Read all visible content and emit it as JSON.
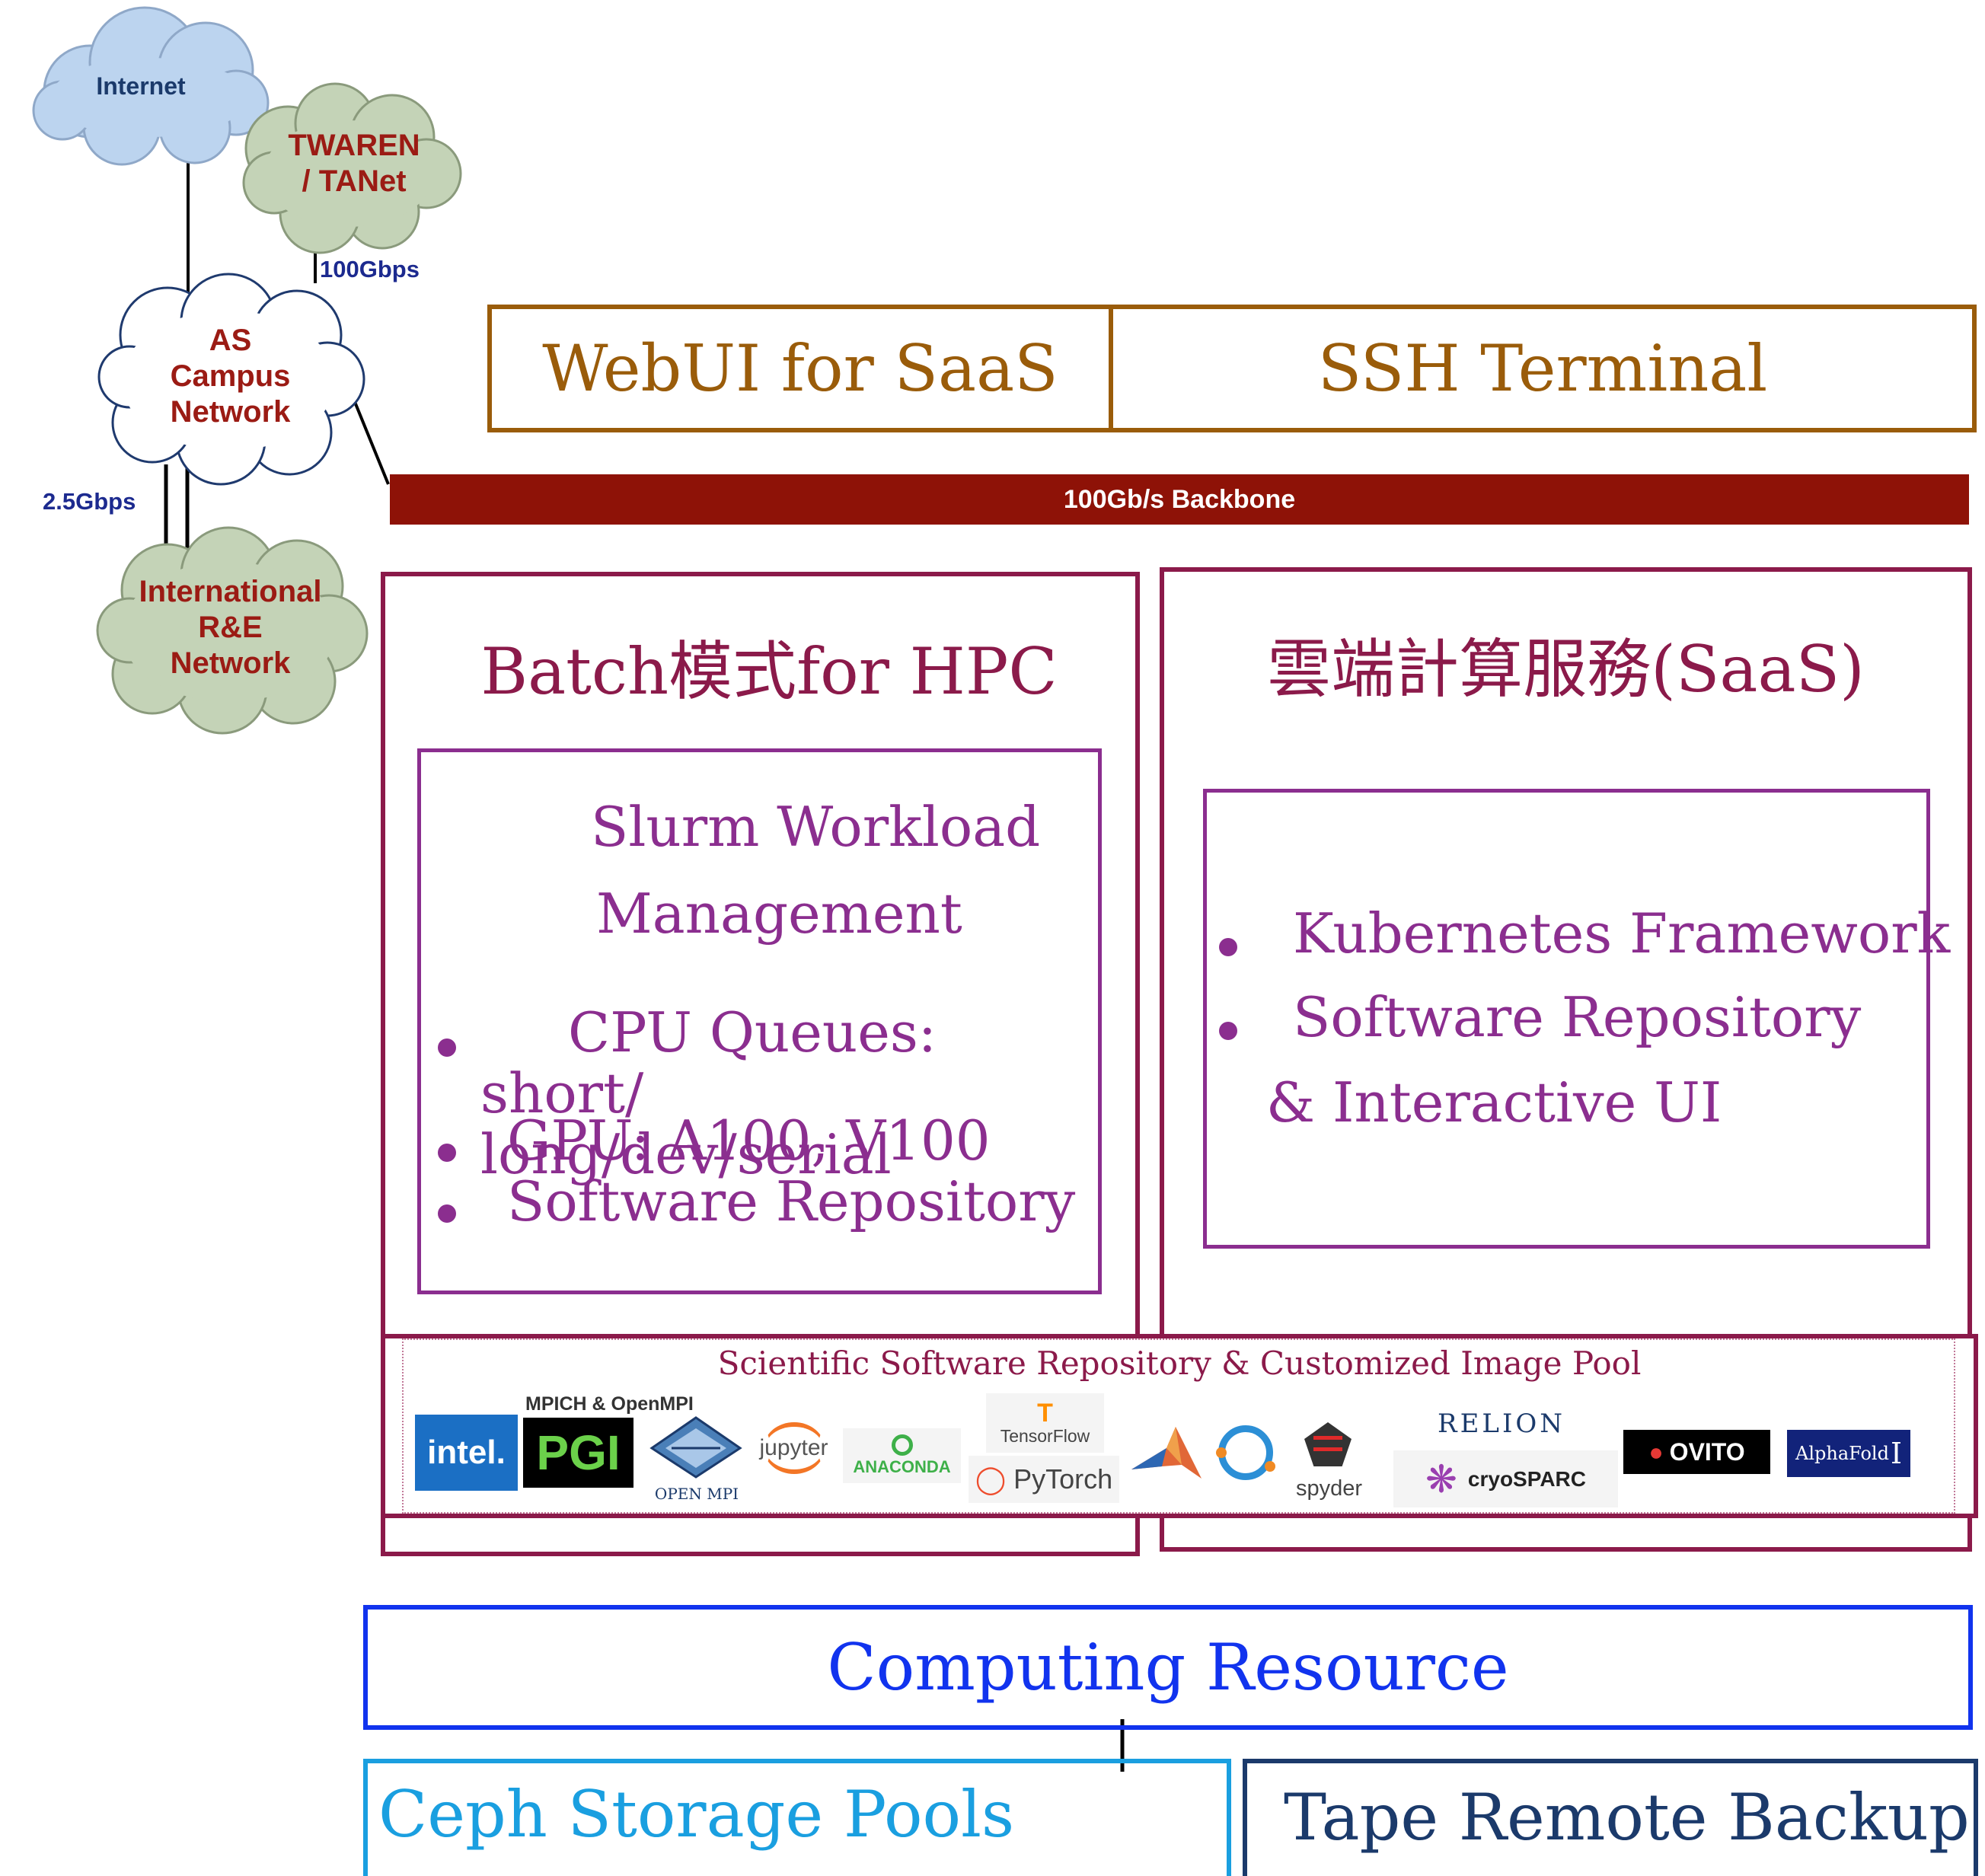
{
  "network": {
    "internet": "Internet",
    "twaren": [
      "TWAREN",
      "/ TANet"
    ],
    "campus": [
      "AS",
      "Campus",
      "Network"
    ],
    "international": [
      "International",
      "R&E",
      "Network"
    ],
    "link_twaren": "100Gbps",
    "link_international": "2.5Gbps"
  },
  "access": {
    "webui": "WebUI for SaaS",
    "ssh": "SSH Terminal"
  },
  "backbone": "100Gb/s Backbone",
  "batch": {
    "title": "Batch模式for HPC",
    "slurm_title_line1": "Slurm Workload",
    "slurm_title_line2": "Management",
    "items": [
      "CPU Queues: short/ long/dev/serial",
      "GPU: A100, V100",
      "Software Repository"
    ]
  },
  "saas": {
    "title": "雲端計算服務(SaaS)",
    "items": [
      "Kubernetes Framework",
      "Software Repository & Interactive UI"
    ]
  },
  "repository": {
    "title": "Scientific Software Repository & Customized Image Pool",
    "logos": {
      "intel": "intel.",
      "mpich_caption": "MPICH & OpenMPI",
      "pgi": "PGI",
      "openmpi": "OPEN MPI",
      "jupyter": "jupyter",
      "anaconda": "ANACONDA",
      "tensorflow": "TensorFlow",
      "pytorch": "PyTorch",
      "spyder": "spyder",
      "relion": "RELION",
      "cryosparc": "cryoSPARC",
      "ovito": "OVITO",
      "alphafold": "AlphaFold"
    }
  },
  "computing": "Computing Resource",
  "storage": {
    "ceph": "Ceph Storage Pools",
    "tape": "Tape Remote Backup"
  },
  "colors": {
    "brown": "#9a5c0a",
    "backbone": "#8e1207",
    "maroon": "#8b1a4a",
    "purple": "#8b2e8f",
    "blue": "#1133ee",
    "lightblue": "#1a9fe0",
    "navy": "#1b3a6b",
    "cloud_blue": "#bcd4ef",
    "cloud_green": "#c4d3b7",
    "red_text": "#9b1b14"
  }
}
